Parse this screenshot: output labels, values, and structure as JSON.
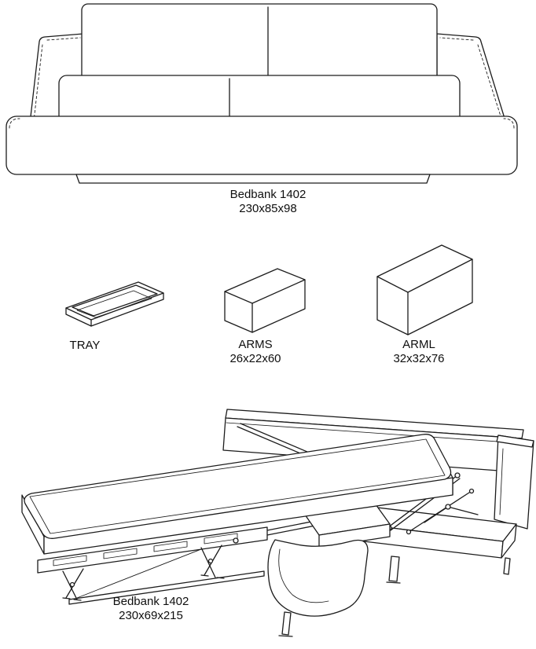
{
  "style": {
    "background": "#ffffff",
    "ink": "#1c1c1c"
  },
  "figures": {
    "sofa_closed": {
      "illustration": "sofa-bed-closed-front-view-line-drawing",
      "title": "Bedbank 1402",
      "dimensions": "230x85x98"
    },
    "tray": {
      "illustration": "storage-tray-isometric-line-drawing",
      "title": "TRAY"
    },
    "arms": {
      "illustration": "arm-cushion-small-box-isometric-line-drawing",
      "title": "ARMS",
      "dimensions": "26x22x60"
    },
    "arml": {
      "illustration": "arm-cushion-large-box-isometric-line-drawing",
      "title": "ARML",
      "dimensions": "32x32x76"
    },
    "sofa_open": {
      "illustration": "sofa-bed-unfolded-perspective-line-drawing",
      "title": "Bedbank 1402",
      "dimensions": "230x69x215"
    }
  }
}
